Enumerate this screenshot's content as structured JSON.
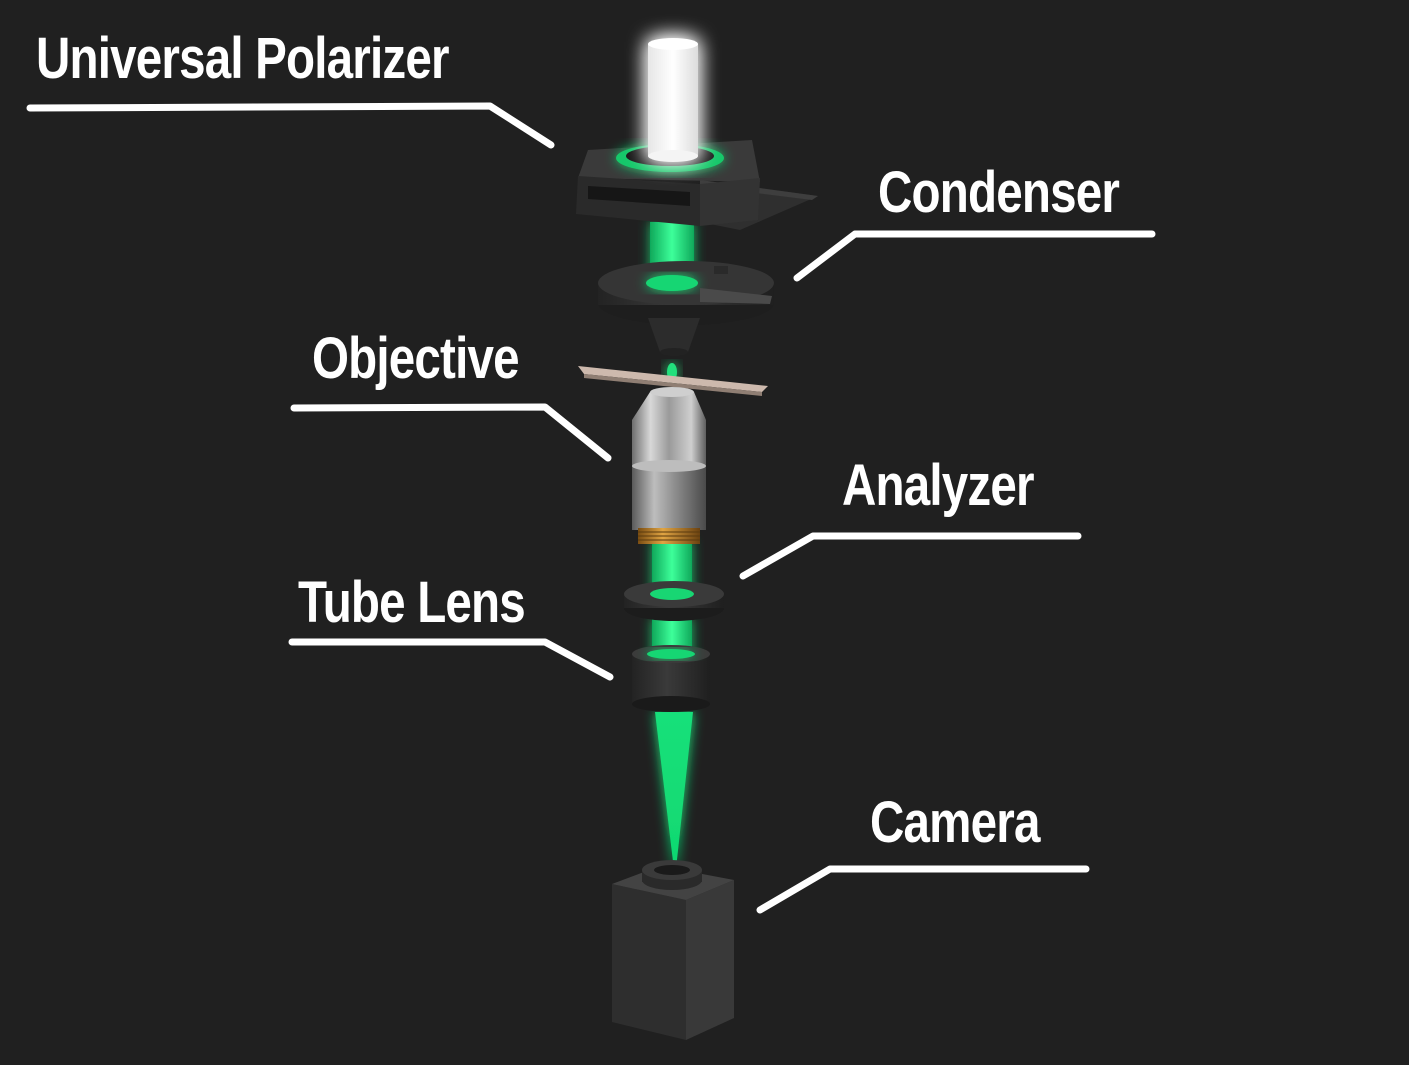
{
  "labels": {
    "universal_polarizer": "Universal Polarizer",
    "condenser": "Condenser",
    "objective": "Objective",
    "analyzer": "Analyzer",
    "tube_lens": "Tube Lens",
    "camera": "Camera"
  },
  "colors": {
    "background": "#202020",
    "beam": "#18e07a",
    "beam_glow": "#0fff7f",
    "lamp": "#ffffff",
    "component_dark": "#2c2c2c",
    "objective_metal": "#a8a8a8",
    "brass_thread": "#c98a2a",
    "text": "#ffffff"
  }
}
